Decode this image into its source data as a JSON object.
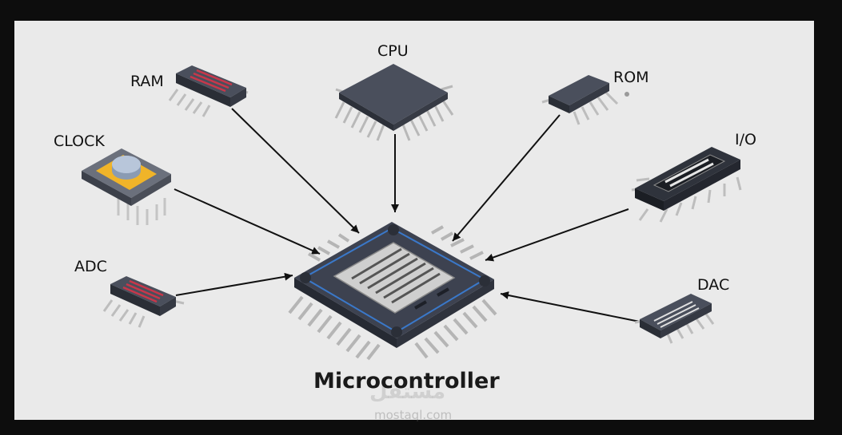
{
  "diagram": {
    "center_label": "Microcontroller",
    "components": [
      {
        "id": "cpu",
        "label": "CPU"
      },
      {
        "id": "ram",
        "label": "RAM"
      },
      {
        "id": "rom",
        "label": "ROM"
      },
      {
        "id": "clock",
        "label": "CLOCK"
      },
      {
        "id": "io",
        "label": "I/O"
      },
      {
        "id": "adc",
        "label": "ADC"
      },
      {
        "id": "dac",
        "label": "DAC"
      }
    ]
  },
  "watermark": {
    "arabic": "مستقل",
    "text": "mostaql.com"
  }
}
